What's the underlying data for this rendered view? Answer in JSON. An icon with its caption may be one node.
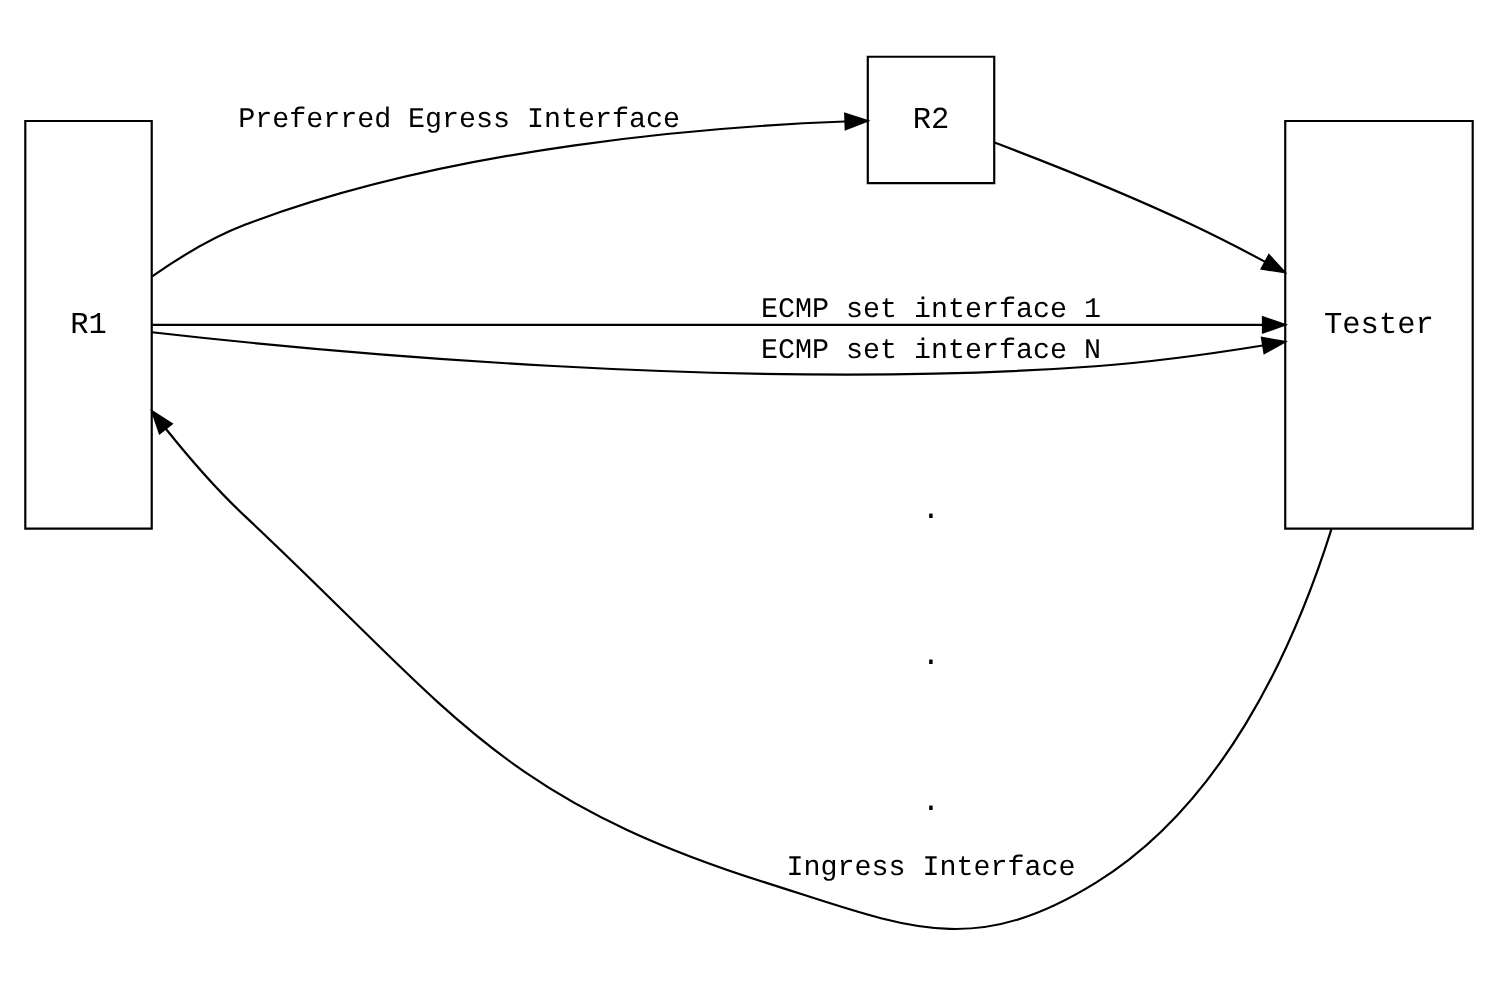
{
  "diagram": {
    "nodes": [
      {
        "text": [
          "R1"
        ]
      },
      {
        "text": [
          "R2"
        ]
      },
      {
        "text": [
          "Tester"
        ]
      }
    ],
    "edges": [
      {
        "from": 0,
        "to": 1,
        "arrow": "to",
        "label": "Preferred Egress Interface"
      },
      {
        "from": 1,
        "to": 2,
        "arrow": "to"
      },
      {
        "from": 0,
        "to": 2,
        "arrow": "to",
        "label": "ECMP set interface 1"
      },
      {
        "from": 0,
        "to": 2,
        "arrow": "to",
        "label": "ECMP set interface N"
      },
      {
        "from": 2,
        "to": 0,
        "arrow": "to",
        "label": "Ingress Interface"
      }
    ],
    "labels": [
      ".",
      ".",
      "."
    ]
  }
}
